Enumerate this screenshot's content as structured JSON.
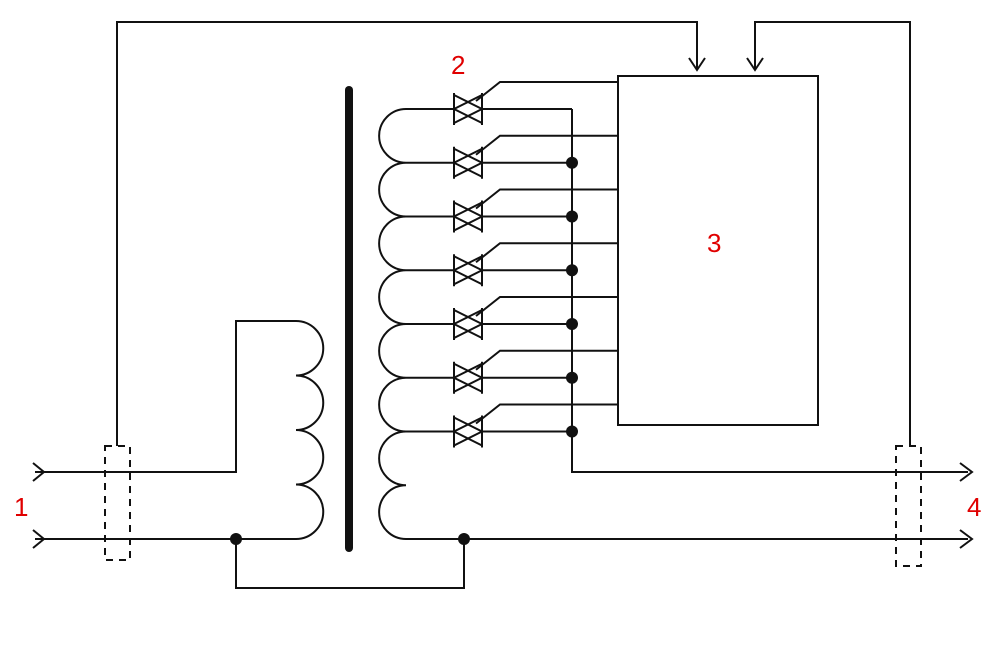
{
  "labels": {
    "input": "1",
    "switches": "2",
    "control_block": "3",
    "output": "4"
  },
  "colors": {
    "line": "#111111",
    "label": "#e00000",
    "background": "#ffffff"
  }
}
